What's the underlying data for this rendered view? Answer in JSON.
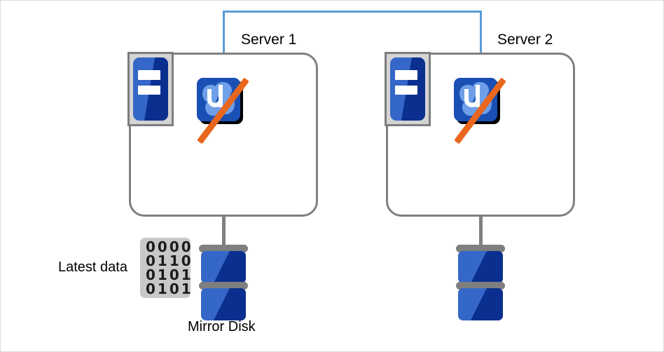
{
  "diagram": {
    "title_present": false,
    "colors": {
      "heartbeat_link": "#5b9bd5",
      "server_border": "#808080",
      "icon_blue": "#3567c8",
      "icon_dark_blue": "#0b2f8e",
      "app_icon_blue": "#1a4fb4",
      "app_icon_splash": "#6e9fe8",
      "crossout_orange": "#e8661e",
      "chip_gray": "#c8c8c8",
      "disk_bar_gray": "#7f7f7f",
      "page_border": "#dddddd",
      "text": "#000000"
    },
    "servers": [
      {
        "label": "Server 1",
        "server_icon_name": "server-rack-icon",
        "app_icon_name": "cluster-app-icon",
        "app_icon_state": "crossed-out",
        "disk": {
          "label": "Mirror Disk",
          "has_data_chip": true,
          "data_chip_label": "Latest data",
          "data_chip_rows": [
            "0000",
            "0110",
            "0101",
            "0101"
          ]
        }
      },
      {
        "label": "Server 2",
        "server_icon_name": "server-rack-icon",
        "app_icon_name": "cluster-app-icon",
        "app_icon_state": "crossed-out",
        "disk": {
          "label": "",
          "has_data_chip": false,
          "data_chip_label": "",
          "data_chip_rows": []
        }
      }
    ]
  }
}
